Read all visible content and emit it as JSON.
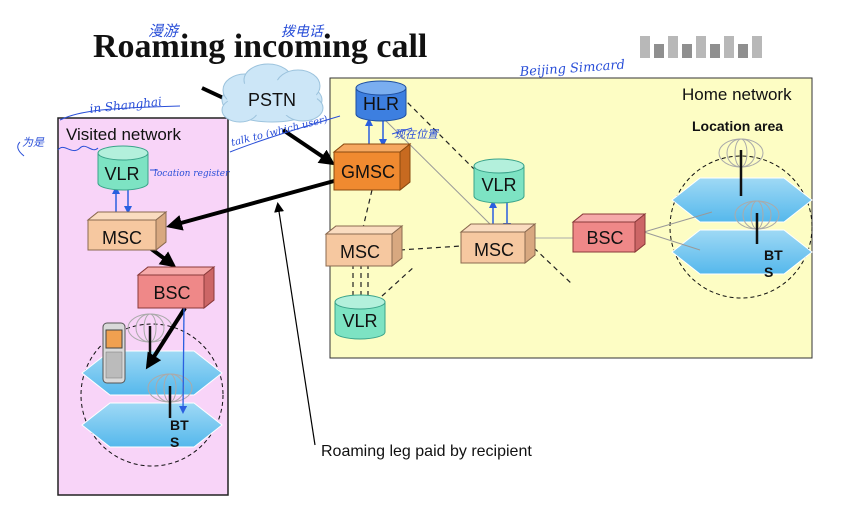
{
  "title": "Roaming incoming call",
  "handwritten": {
    "roaming_cn": "漫游",
    "dial_cn": "拨电话",
    "beijing_sim": "Beijing Simcard",
    "in_shanghai": "in Shanghai",
    "callee_cn": "为是",
    "talk_to": "talk to (which user)",
    "current_location_cn": "现在位置",
    "location_register": "location register"
  },
  "regions": {
    "visited_network": "Visited network",
    "home_network": "Home network",
    "location_area": "Location area"
  },
  "nodes": {
    "pstn": "PSTN",
    "hlr": "HLR",
    "gmsc": "GMSC",
    "visited_vlr": "VLR",
    "visited_msc": "MSC",
    "visited_bsc": "BSC",
    "visited_bts": "BT\nS",
    "home_msc_left": "MSC",
    "home_vlr_lower": "VLR",
    "home_vlr_upper": "VLR",
    "home_msc_center": "MSC",
    "home_bsc": "BSC",
    "home_bts": "BT\nS"
  },
  "caption": "Roaming leg paid by recipient",
  "colors": {
    "home_bg": "#fdfdc4",
    "visited_bg": "#f8d4f8",
    "cell_blue": "#66c4ee",
    "msc_fill": "#f6c8a0",
    "bsc_fill": "#ef8888",
    "gmsc_fill": "#f08a30",
    "hlr_fill": "#3d7fe0",
    "vlr_fill": "#7de3c3",
    "pstn_fill": "#cce6f7",
    "ink_blue": "#2a4fd8"
  }
}
